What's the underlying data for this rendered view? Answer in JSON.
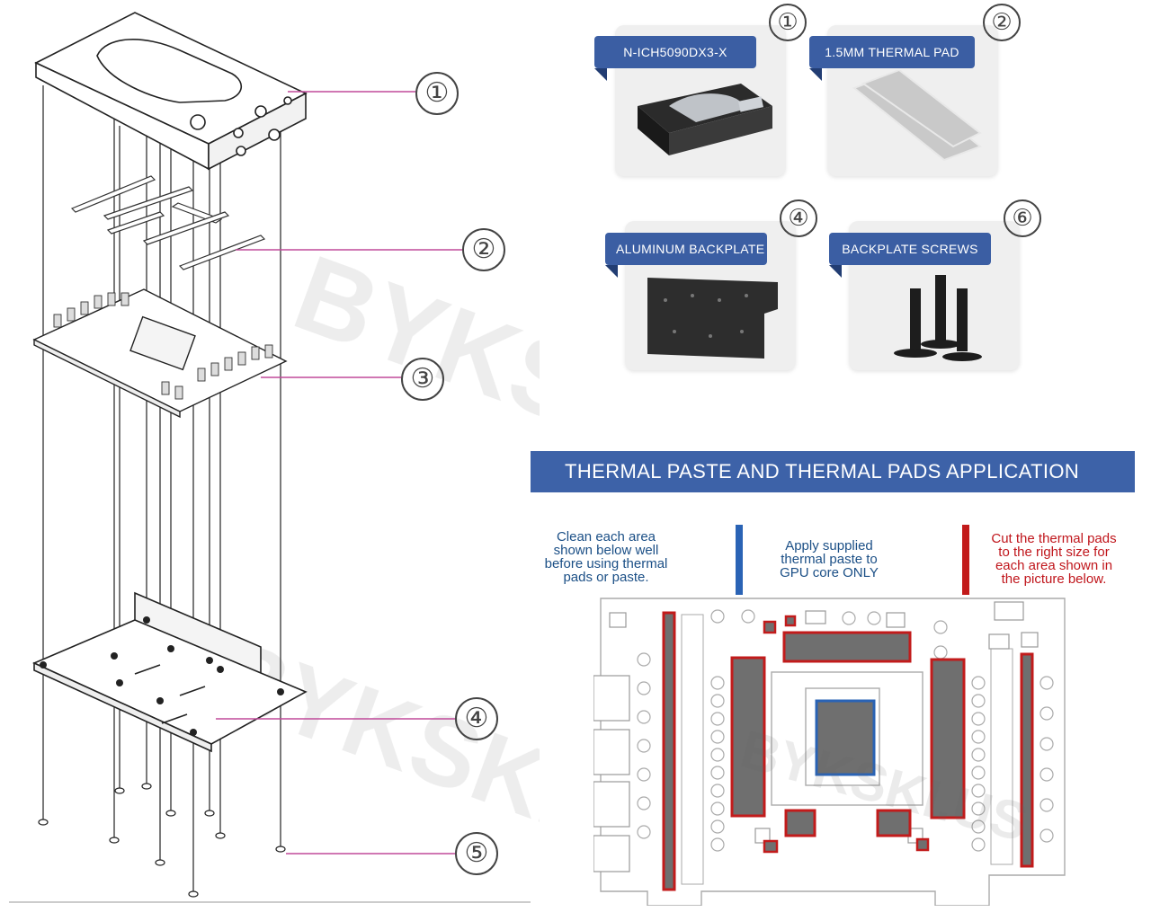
{
  "callouts": {
    "c1": "①",
    "c2": "②",
    "c3": "③",
    "c4": "④",
    "c5": "⑤",
    "c6": "⑥"
  },
  "parts": [
    {
      "number": "①",
      "label": "N-ICH5090DX3-X"
    },
    {
      "number": "②",
      "label": "1.5MM THERMAL PAD"
    },
    {
      "number": "④",
      "label": "ALUMINUM BACKPLATE"
    },
    {
      "number": "⑥",
      "label": "BACKPLATE SCREWS"
    }
  ],
  "section": {
    "title": "THERMAL PASTE AND THERMAL PADS APPLICATION"
  },
  "instructions": {
    "clean_lines": [
      "Clean each area",
      "shown below well",
      "before using thermal",
      "pads or paste."
    ],
    "paste_lines": [
      "Apply supplied",
      "thermal paste to",
      "GPU core ONLY"
    ],
    "pads_lines": [
      "Cut the thermal pads",
      "to the right size for",
      "each area shown in",
      "the picture below."
    ]
  },
  "watermark": "BYKSKI.US",
  "colors": {
    "accent_blue": "#3d62a8",
    "ribbon_blue": "#3b5ea3",
    "instruction_blue": "#1b4f86",
    "instruction_red": "#c0161c",
    "pad_red": "#c21b1b",
    "paste_blue": "#2a63b5",
    "leader_pink": "#c04a9a"
  }
}
